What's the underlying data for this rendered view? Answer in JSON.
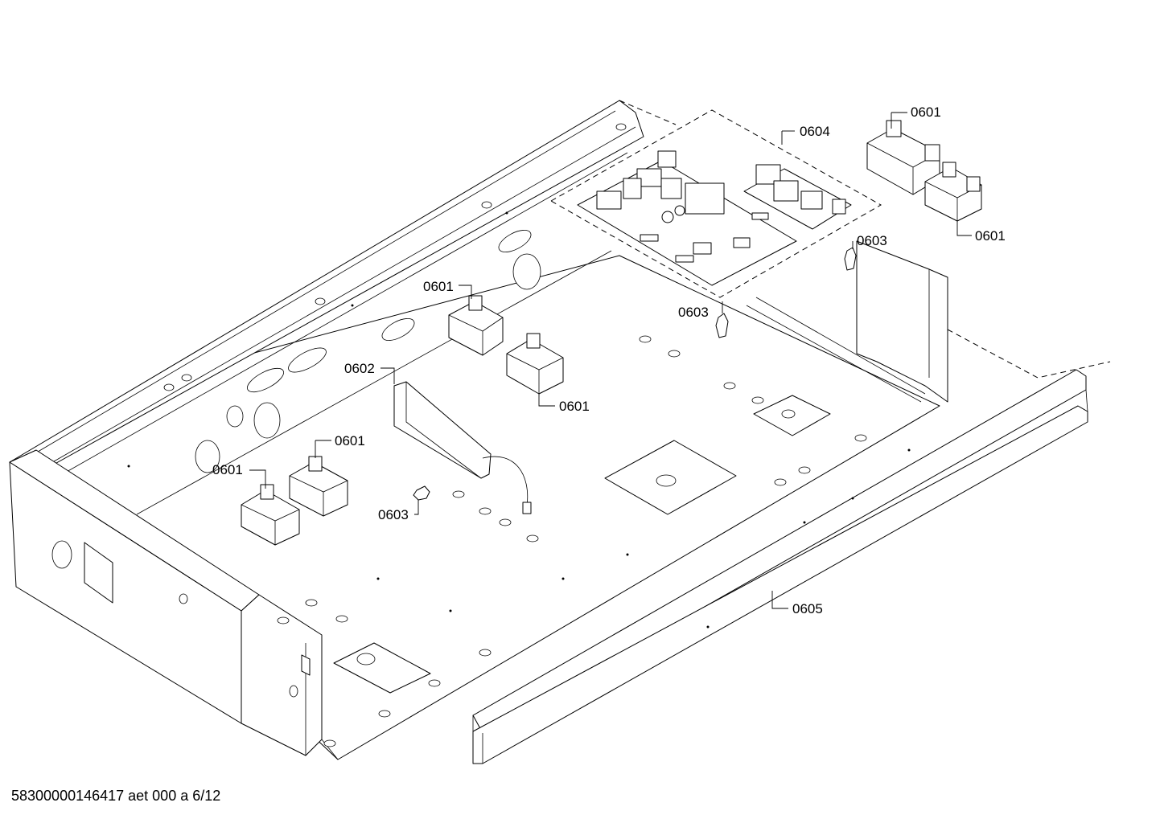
{
  "callouts": {
    "c0601_a": "0601",
    "c0601_b": "0601",
    "c0601_c": "0601",
    "c0601_d": "0601",
    "c0601_e": "0601",
    "c0601_f": "0601",
    "c0602": "0602",
    "c0603_a": "0603",
    "c0603_b": "0603",
    "c0603_c": "0603",
    "c0604": "0604",
    "c0605": "0605"
  },
  "footer": {
    "document_id": "58300000146417 aet 000 a 6/12"
  }
}
